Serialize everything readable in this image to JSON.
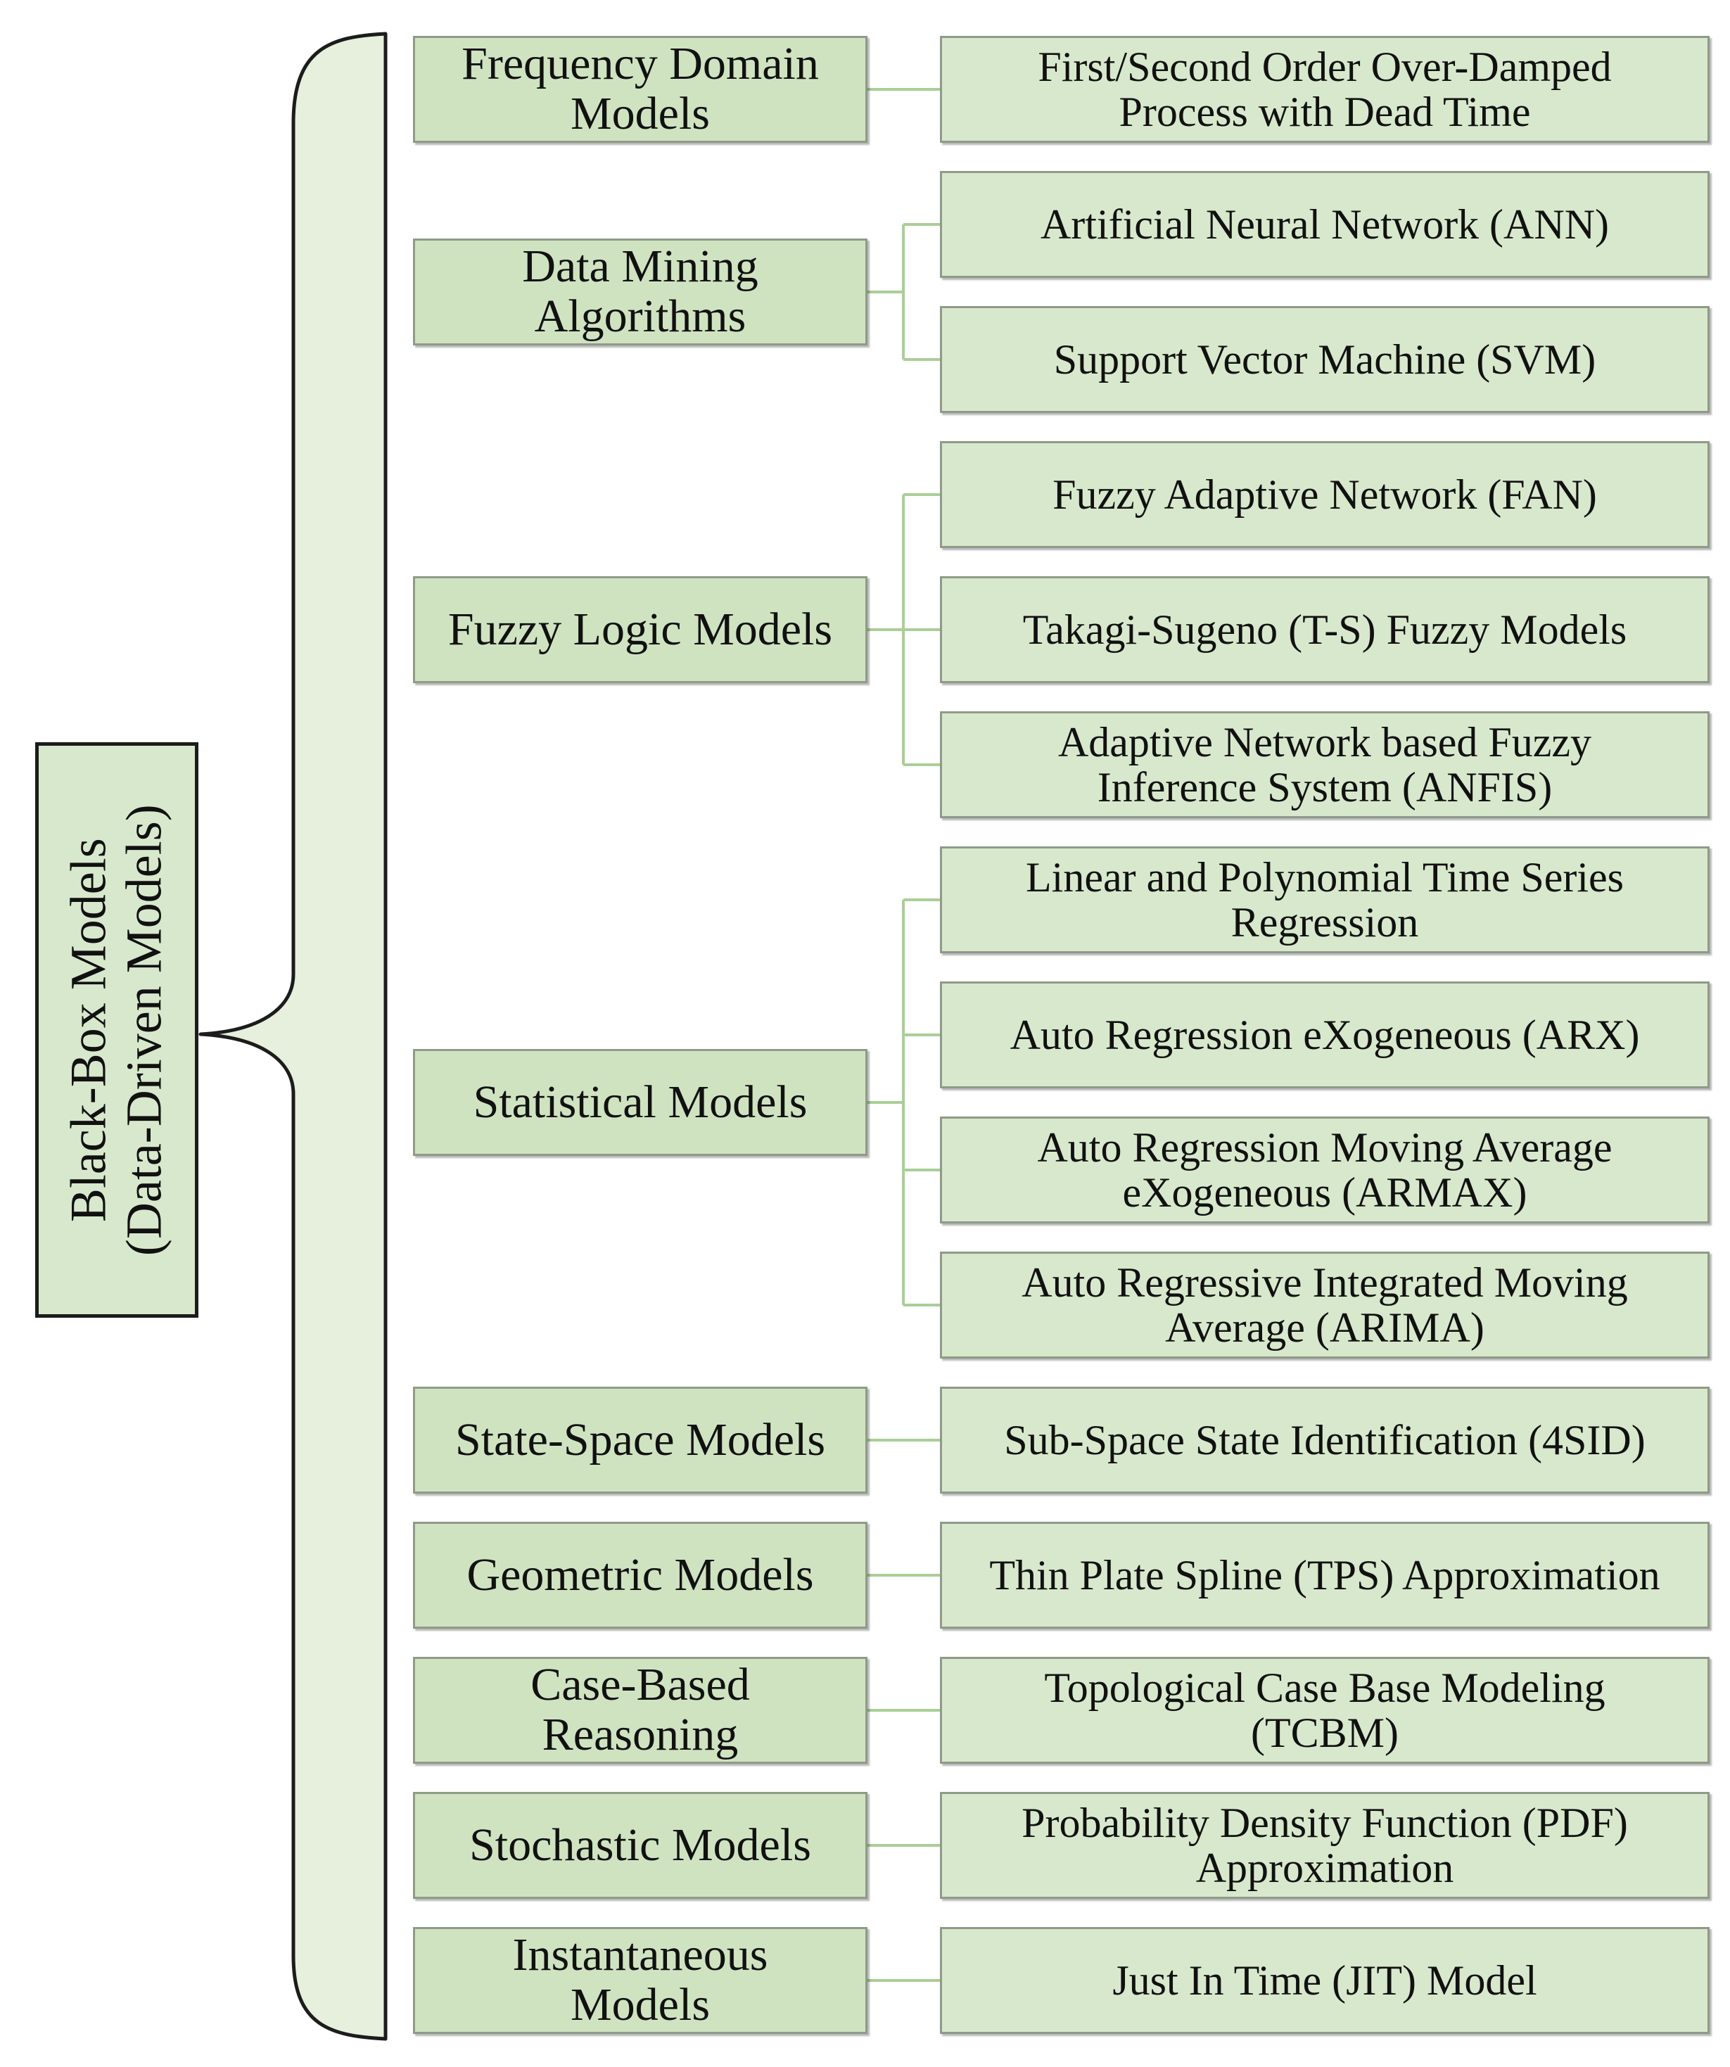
{
  "root": {
    "line1": "Black-Box Models",
    "line2": "(Data-Driven Models)"
  },
  "categories": [
    {
      "lines": [
        "Frequency  Domain",
        "Models"
      ],
      "children": [
        {
          "lines": [
            "First/Second Order Over-Damped",
            "Process with Dead Time"
          ]
        }
      ]
    },
    {
      "lines": [
        "Data Mining",
        "Algorithms"
      ],
      "children": [
        {
          "lines": [
            "Artificial  Neural Network (ANN)"
          ]
        },
        {
          "lines": [
            "Support Vector Machine (SVM)"
          ]
        }
      ]
    },
    {
      "lines": [
        "Fuzzy  Logic  Models"
      ],
      "children": [
        {
          "lines": [
            "Fuzzy Adaptive Network (FAN)"
          ]
        },
        {
          "lines": [
            "Takagi-Sugeno  (T-S)  Fuzzy Models"
          ]
        },
        {
          "lines": [
            "Adaptive Network based Fuzzy",
            "Inference System (ANFIS)"
          ]
        }
      ]
    },
    {
      "lines": [
        "Statistical  Models"
      ],
      "children": [
        {
          "lines": [
            "Linear and Polynomial Time Series",
            "Regression"
          ]
        },
        {
          "lines": [
            "Auto Regression eXogeneous (ARX)"
          ]
        },
        {
          "lines": [
            "Auto Regression Moving Average",
            "eXogeneous (ARMAX)"
          ]
        },
        {
          "lines": [
            "Auto Regressive  Integrated Moving",
            "Average  (ARIMA)"
          ]
        }
      ]
    },
    {
      "lines": [
        "State-Space  Models"
      ],
      "children": [
        {
          "lines": [
            "Sub-Space State Identification (4SID)"
          ]
        }
      ]
    },
    {
      "lines": [
        "Geometric  Models"
      ],
      "children": [
        {
          "lines": [
            "Thin Plate Spline (TPS) Approximation"
          ]
        }
      ]
    },
    {
      "lines": [
        "Case-Based",
        "Reasoning"
      ],
      "children": [
        {
          "lines": [
            "Topological  Case Base Modeling",
            "(TCBM)"
          ]
        }
      ]
    },
    {
      "lines": [
        "Stochastic  Models"
      ],
      "children": [
        {
          "lines": [
            "Probability Density Function (PDF)",
            "Approximation"
          ]
        }
      ]
    },
    {
      "lines": [
        "Instantaneous",
        "Models"
      ],
      "children": [
        {
          "lines": [
            "Just In Time (JIT) Model"
          ]
        }
      ]
    }
  ]
}
